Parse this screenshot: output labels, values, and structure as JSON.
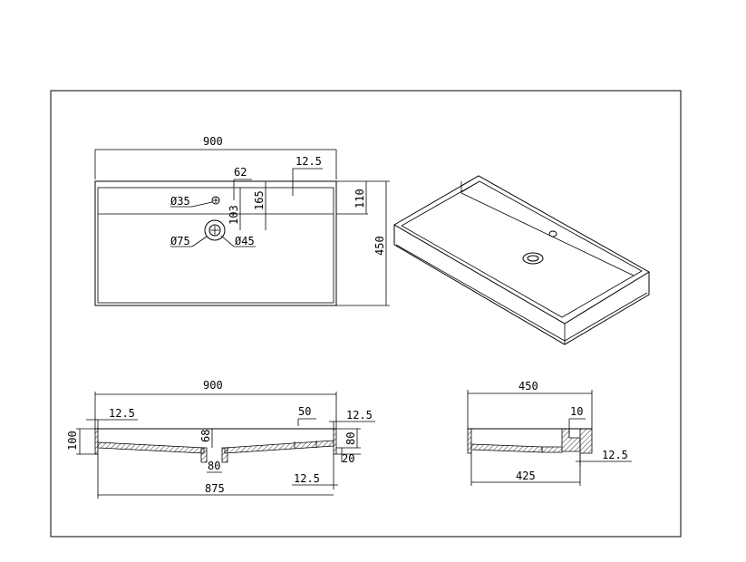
{
  "top_view": {
    "width": "900",
    "rim": "12.5",
    "hole_offset": "62",
    "tap_hole_dia": "Ø35",
    "drain_outer_dia": "Ø75",
    "drain_inner_dia": "Ø45",
    "drain_offset": "103",
    "tap_offset": "165",
    "shelf_depth": "110",
    "depth": "450"
  },
  "front_section": {
    "width": "900",
    "rim_left": "12.5",
    "rim_right": "12.5",
    "slot": "50",
    "height": "100",
    "drain_height": "68",
    "drain_width": "80",
    "right_height": "80",
    "bottom_thk": "20",
    "bottom_rim": "12.5",
    "inner_width": "875"
  },
  "side_section": {
    "depth": "450",
    "wall": "10",
    "rim": "12.5",
    "inner_depth": "425"
  }
}
